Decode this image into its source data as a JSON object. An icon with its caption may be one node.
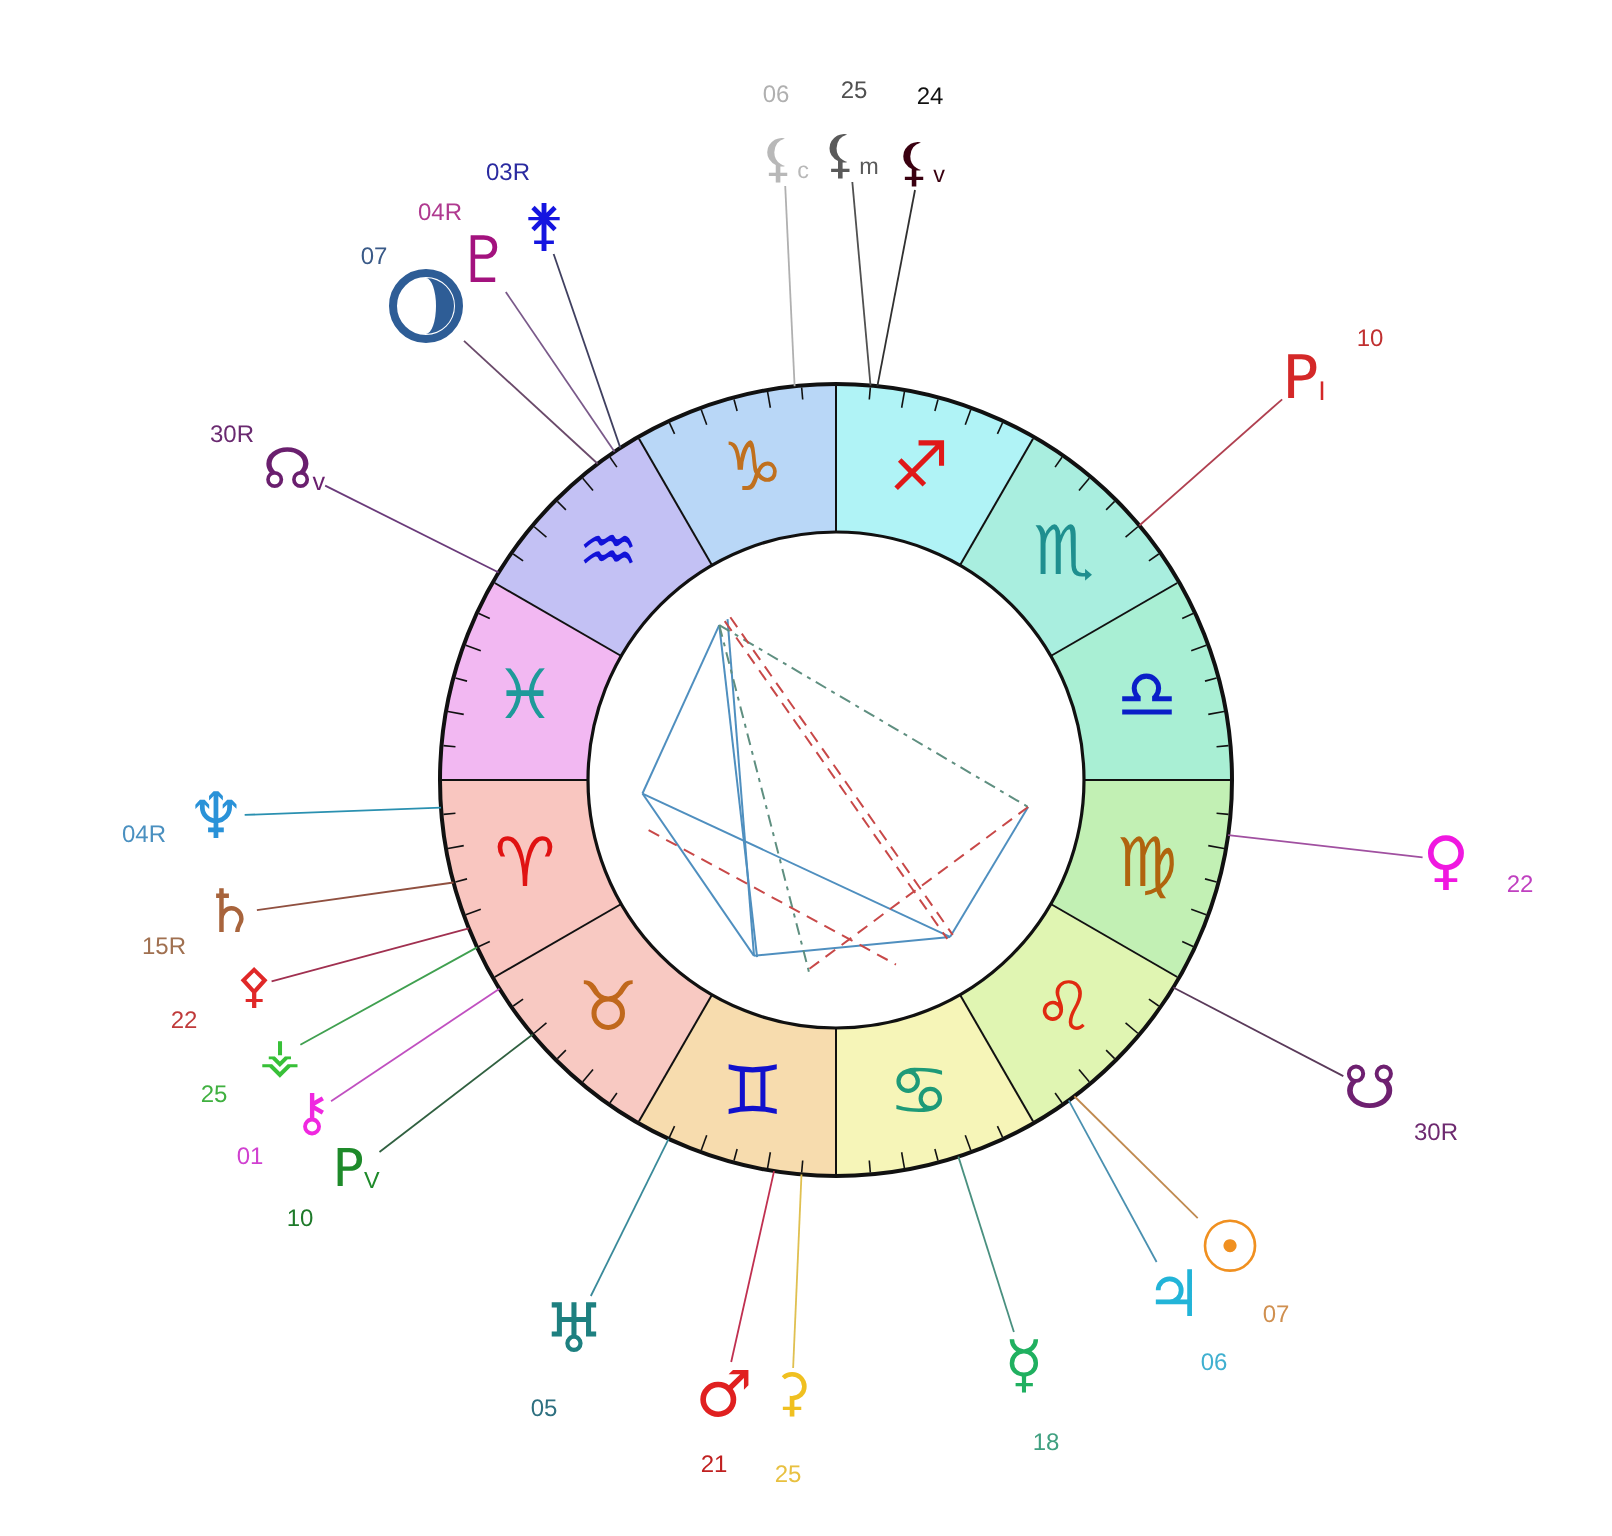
{
  "diagram": {
    "nodes": [
      {
        "text": [
          "♑"
        ]
      },
      {
        "text": [
          "♐"
        ]
      },
      {
        "text": [
          "♏"
        ]
      },
      {
        "text": [
          "♎"
        ]
      },
      {
        "text": [
          "♍"
        ]
      },
      {
        "text": [
          "♌"
        ]
      },
      {
        "text": [
          "♋"
        ]
      },
      {
        "text": [
          "♊"
        ]
      },
      {
        "text": [
          "♉"
        ]
      },
      {
        "text": [
          "♈"
        ]
      },
      {
        "text": [
          "♓"
        ]
      },
      {
        "text": [
          "♒"
        ]
      },
      {
        "text": [
          "⚸$_{c}$"
        ],
        "beside": [
          "06"
        ]
      },
      {
        "text": [
          "⚸$_{m}$"
        ],
        "beside": [
          "25"
        ]
      },
      {
        "text": [
          "⚸$_{v}$"
        ],
        "beside": [
          "24"
        ]
      },
      {
        "text": [
          "⚵"
        ],
        "beside": [
          "03R"
        ]
      },
      {
        "text": [
          "♇"
        ],
        "beside": [
          "04R"
        ]
      },
      {
        "text": [],
        "shape": "circle",
        "beside": [
          "07"
        ]
      },
      {
        "text": [
          "P$_{I}$"
        ],
        "beside": [
          "10"
        ]
      },
      {
        "text": [
          "☊$_{v}$"
        ],
        "beside": [
          "30R"
        ]
      },
      {
        "text": [
          "♆"
        ],
        "beside": [
          "04R"
        ]
      },
      {
        "text": [
          "♀"
        ],
        "beside": [
          "22"
        ]
      },
      {
        "text": [
          "♄"
        ],
        "beside": [
          "15R"
        ]
      },
      {
        "text": [
          "⚴"
        ],
        "beside": [
          "22"
        ]
      },
      {
        "text": [
          "☋"
        ],
        "beside": [
          "30R"
        ]
      },
      {
        "text": [
          "⚶"
        ],
        "beside": [
          "25"
        ]
      },
      {
        "text": [
          "⚷"
        ],
        "beside": [
          "01"
        ]
      },
      {
        "text": [
          "P$_{V}$"
        ],
        "beside": [
          "10"
        ]
      },
      {
        "text": [
          "☉"
        ],
        "beside": [
          "07"
        ]
      },
      {
        "text": [
          "♃"
        ],
        "beside": [
          "06"
        ]
      },
      {
        "text": [
          "♅"
        ],
        "beside": [
          "05"
        ]
      },
      {
        "text": [
          "☿"
        ],
        "beside": [
          "18"
        ]
      },
      {
        "text": [
          "♂"
        ],
        "beside": [
          "21"
        ]
      },
      {
        "text": [
          "⚳"
        ],
        "beside": [
          "25"
        ]
      }
    ],
    "edges": [
      {
        "from": 12,
        "to": 0,
        "arrow": "none",
        "color": "#b0b0b0"
      },
      {
        "from": 13,
        "to": 1,
        "arrow": "none",
        "color": "#505050"
      },
      {
        "from": 14,
        "to": 1,
        "arrow": "none",
        "color": "#303030"
      },
      {
        "from": 15,
        "to": 11,
        "arrow": "none",
        "color": "#404060"
      },
      {
        "from": 16,
        "to": 11,
        "arrow": "none",
        "color": "#7a5a8a"
      },
      {
        "from": 17,
        "to": 11,
        "arrow": "none",
        "color": "#6a4a6a"
      },
      {
        "from": 18,
        "to": 2,
        "arrow": "none",
        "color": "#b04050"
      },
      {
        "from": 19,
        "to": 11,
        "arrow": "none",
        "color": "#6a3a7a"
      },
      {
        "from": 20,
        "to": 9,
        "arrow": "none",
        "color": "#2a90b0"
      },
      {
        "from": 21,
        "to": 4,
        "arrow": "none",
        "color": "#a050a0"
      },
      {
        "from": 22,
        "to": 9,
        "arrow": "none",
        "color": "#905040"
      },
      {
        "from": 23,
        "to": 9,
        "arrow": "none",
        "color": "#a03050"
      },
      {
        "from": 24,
        "to": 5,
        "arrow": "none",
        "color": "#5a3a5a"
      },
      {
        "from": 25,
        "to": 9,
        "arrow": "none",
        "color": "#40a050"
      },
      {
        "from": 26,
        "to": 8,
        "arrow": "none",
        "color": "#c050c0"
      },
      {
        "from": 27,
        "to": 8,
        "arrow": "none",
        "color": "#306040"
      },
      {
        "from": 28,
        "to": 5,
        "arrow": "none",
        "color": "#c08a50"
      },
      {
        "from": 29,
        "to": 5,
        "arrow": "none",
        "color": "#4a90b0"
      },
      {
        "from": 30,
        "to": 7,
        "arrow": "none",
        "color": "#3a8a9a"
      },
      {
        "from": 31,
        "to": 6,
        "arrow": "none",
        "color": "#4a9080"
      },
      {
        "from": 32,
        "to": 7,
        "arrow": "none",
        "color": "#c03050"
      },
      {
        "from": 33,
        "to": 7,
        "arrow": "none",
        "color": "#e0c050"
      }
    ]
  }
}
